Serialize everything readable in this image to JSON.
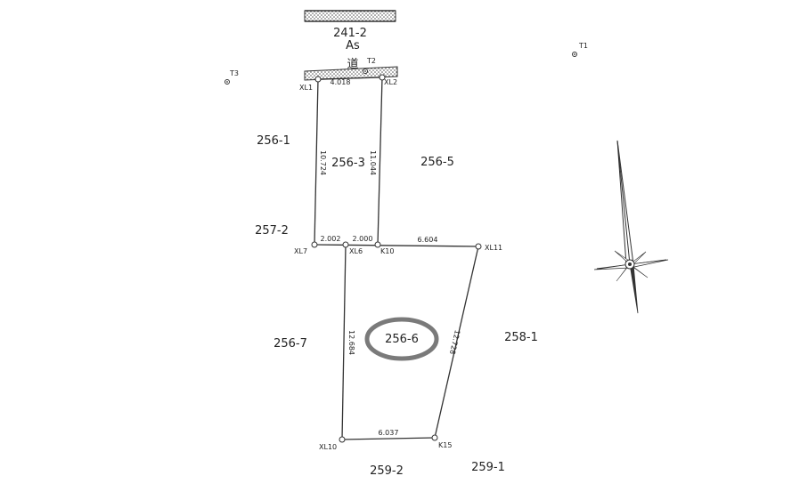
{
  "parcels": {
    "p241_2": "241-2",
    "as_label": "As",
    "road_label": "道",
    "p256_1": "256-1",
    "p256_3": "256-3",
    "p256_5": "256-5",
    "p257_2": "257-2",
    "p256_6": "256-6",
    "p256_7": "256-7",
    "p258_1": "258-1",
    "p259_2": "259-2",
    "p259_1": "259-1"
  },
  "points": {
    "xl1": "XL1",
    "xl2": "XL2",
    "t1": "T1",
    "t2": "T2",
    "t3": "T3",
    "xl7": "XL7",
    "xl6": "XL6",
    "k10": "K10",
    "xl11": "XL11",
    "xl10": "XL10",
    "k15": "K15"
  },
  "dimensions": {
    "top": "4.018",
    "left_upper": "10.724",
    "right_upper": "11.044",
    "mid_left": "2.002",
    "mid_center": "2.000",
    "mid_right": "6.604",
    "left_lower": "12.684",
    "right_lower": "12.728",
    "bottom": "6.037"
  },
  "colors": {
    "highlight": "#7a7a7a",
    "line": "#333333"
  },
  "icons": {
    "north_arrow": "compass-rose-icon"
  }
}
